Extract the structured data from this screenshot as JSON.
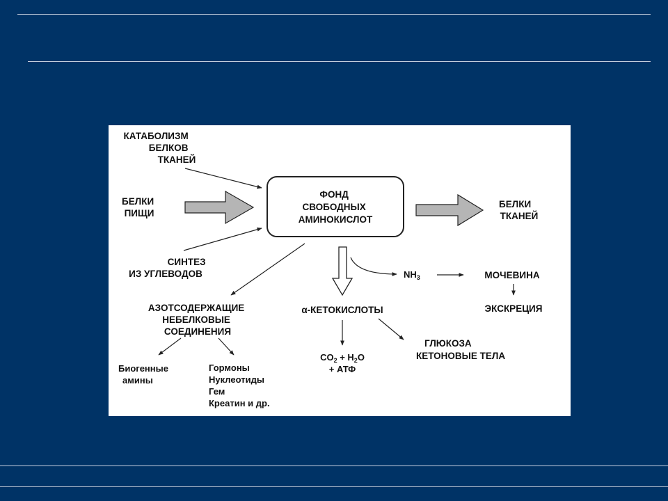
{
  "diagram": {
    "catabolism": [
      "КАТАБОЛИЗМ",
      "БЕЛКОВ",
      "ТКАНЕЙ"
    ],
    "food_proteins": [
      "БЕЛКИ",
      "ПИЩИ"
    ],
    "synthesis": [
      "СИНТЕЗ",
      "ИЗ УГЛЕВОДОВ"
    ],
    "pool": [
      "ФОНД",
      "СВОБОДНЫХ",
      "АМИНОКИСЛОТ"
    ],
    "tissue_proteins": [
      "БЕЛКИ",
      "ТКАНЕЙ"
    ],
    "nitrogen_compounds": [
      "АЗОТСОДЕРЖАЩИЕ",
      "НЕБЕЛКОВЫЕ",
      "СОЕДИНЕНИЯ"
    ],
    "biogenic_amines": [
      "Биогенные",
      "амины"
    ],
    "hormones": [
      "Гормоны",
      "Нуклеотиды",
      "Гем",
      "Креатин и др."
    ],
    "ketoacids": "α-КЕТОКИСЛОТЫ",
    "ammonia": {
      "base": "NH",
      "sub": "3"
    },
    "urea": "МОЧЕВИНА",
    "excretion": "ЭКСКРЕЦИЯ",
    "co2_h2o": {
      "a": "CO",
      "a_sub": "2",
      "b": " + H",
      "b_sub": "2",
      "c": "O"
    },
    "atp": "+ АТФ",
    "glucose": [
      "ГЛЮКОЗА",
      "КЕТОНОВЫЕ ТЕЛА"
    ]
  }
}
